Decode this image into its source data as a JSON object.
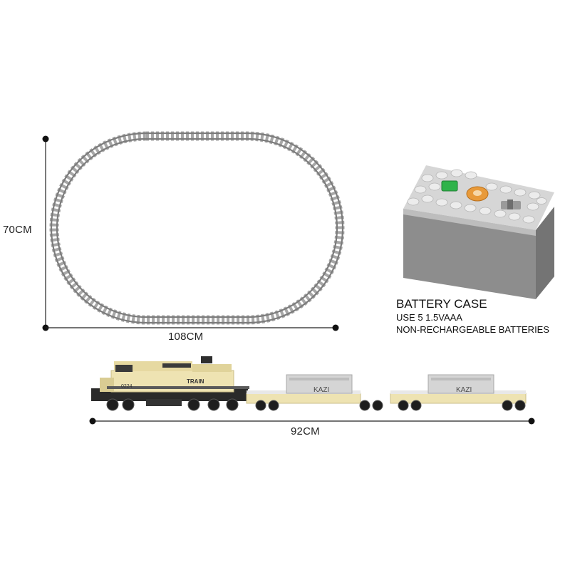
{
  "dimensions": {
    "track_height": "70CM",
    "track_width": "108CM",
    "train_length": "92CM"
  },
  "battery_case": {
    "title": "BATTERY CASE",
    "line1": "USE 5 1.5VAAA",
    "line2": "NON-RECHARGEABLE BATTERIES"
  },
  "train": {
    "locomotive_number": "0224",
    "locomotive_text": "TRAIN",
    "cargo_label": "KAZI"
  },
  "colors": {
    "track_rail": "#8a8a8a",
    "track_tie": "#9a9a9a",
    "battery_body": "#8f8f8f",
    "battery_top": "#d9d9d9",
    "battery_button": "#2fb34a",
    "battery_dial": "#e89a3a",
    "locomotive_body": "#eee3b2",
    "chassis": "#2a2a2a"
  }
}
